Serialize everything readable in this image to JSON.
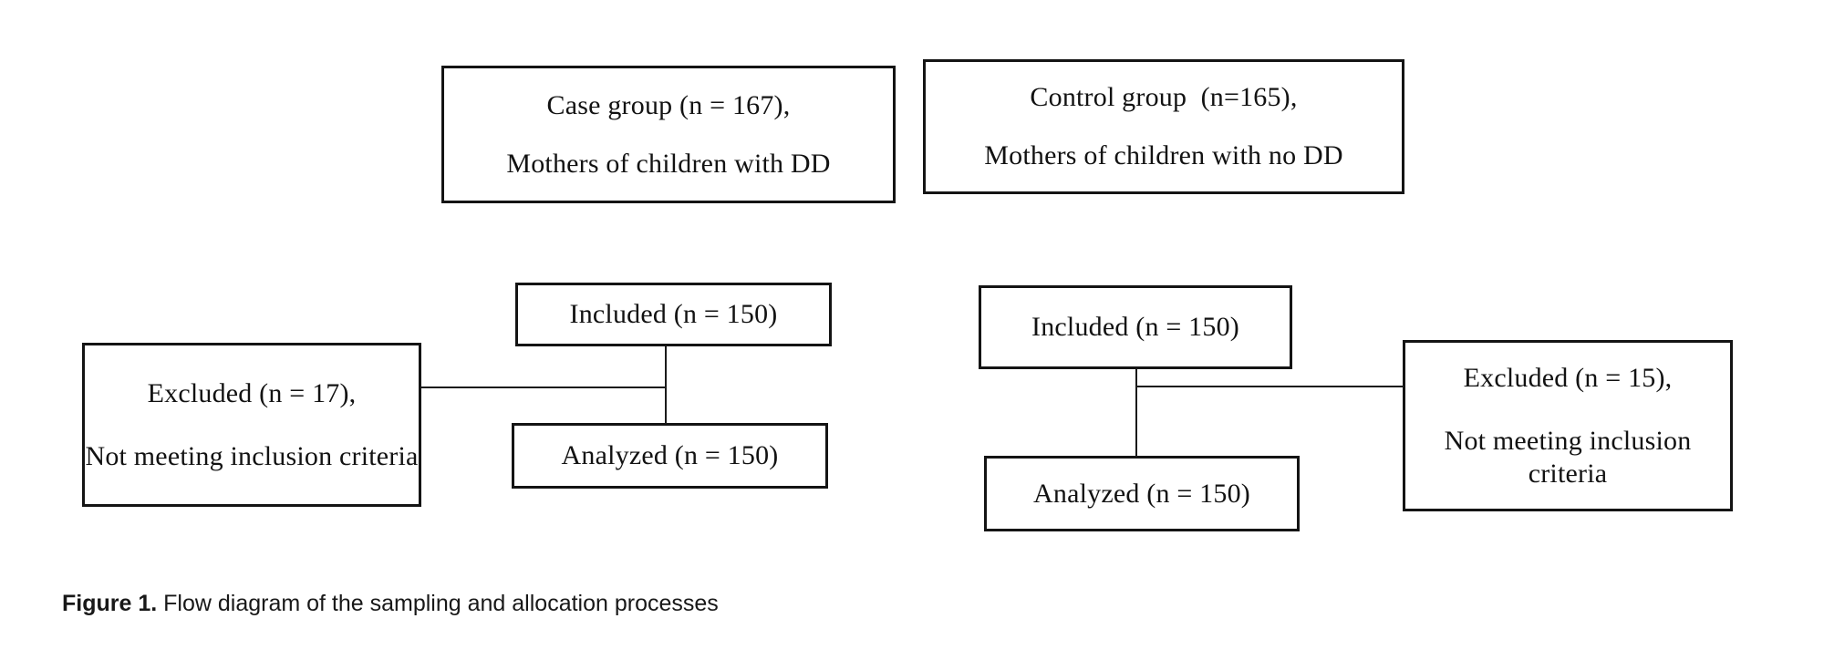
{
  "figure": {
    "caption_label": "Figure 1.",
    "caption_text": " Flow diagram of the sampling and allocation processes",
    "stroke_color": "#141414",
    "background_color": "#ffffff",
    "connector_color": "#1a1a1a"
  },
  "diagram": {
    "type": "flow-diagram",
    "arms": [
      {
        "name": "case-arm",
        "enrollment": {
          "line1": "Case group (n = 167),",
          "line2": "Mothers of children with DD",
          "n": 167
        },
        "included": {
          "label": "Included (n = 150)",
          "n": 150
        },
        "analyzed": {
          "label": "Analyzed (n = 150)",
          "n": 150
        },
        "excluded": {
          "line1": "Excluded (n = 17),",
          "line2": "Not meeting inclusion criteria",
          "n": 17,
          "side": "left"
        }
      },
      {
        "name": "control-arm",
        "enrollment": {
          "line1": "Control group  (n=165),",
          "line2": "Mothers of children with no DD",
          "n": 165
        },
        "included": {
          "label": "Included (n = 150)",
          "n": 150
        },
        "analyzed": {
          "label": "Analyzed (n = 150)",
          "n": 150
        },
        "excluded": {
          "line1": "Excluded (n = 15),",
          "line2": "Not meeting inclusion criteria",
          "n": 15,
          "side": "right"
        }
      }
    ]
  }
}
